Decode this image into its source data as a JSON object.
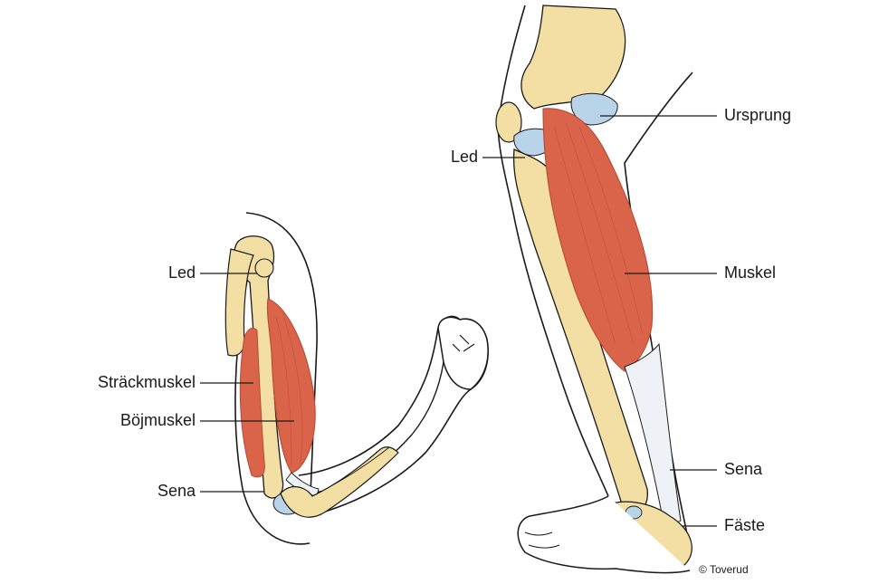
{
  "arm": {
    "labels": {
      "joint": "Led",
      "extensor": "Sträckmuskel",
      "flexor": "Böjmuskel",
      "tendon": "Sena"
    }
  },
  "leg": {
    "labels": {
      "joint": "Led",
      "origin": "Ursprung",
      "muscle": "Muskel",
      "tendon": "Sena",
      "insertion": "Fäste"
    }
  },
  "copyright": "© Toverud",
  "colors": {
    "bone": "#f3dfa4",
    "bone_shadow": "#e2c57a",
    "muscle": "#d9644a",
    "muscle_dark": "#b84a34",
    "cartilage": "#b9d3e8",
    "tendon": "#eef2f6",
    "outline": "#1a1a1a"
  }
}
